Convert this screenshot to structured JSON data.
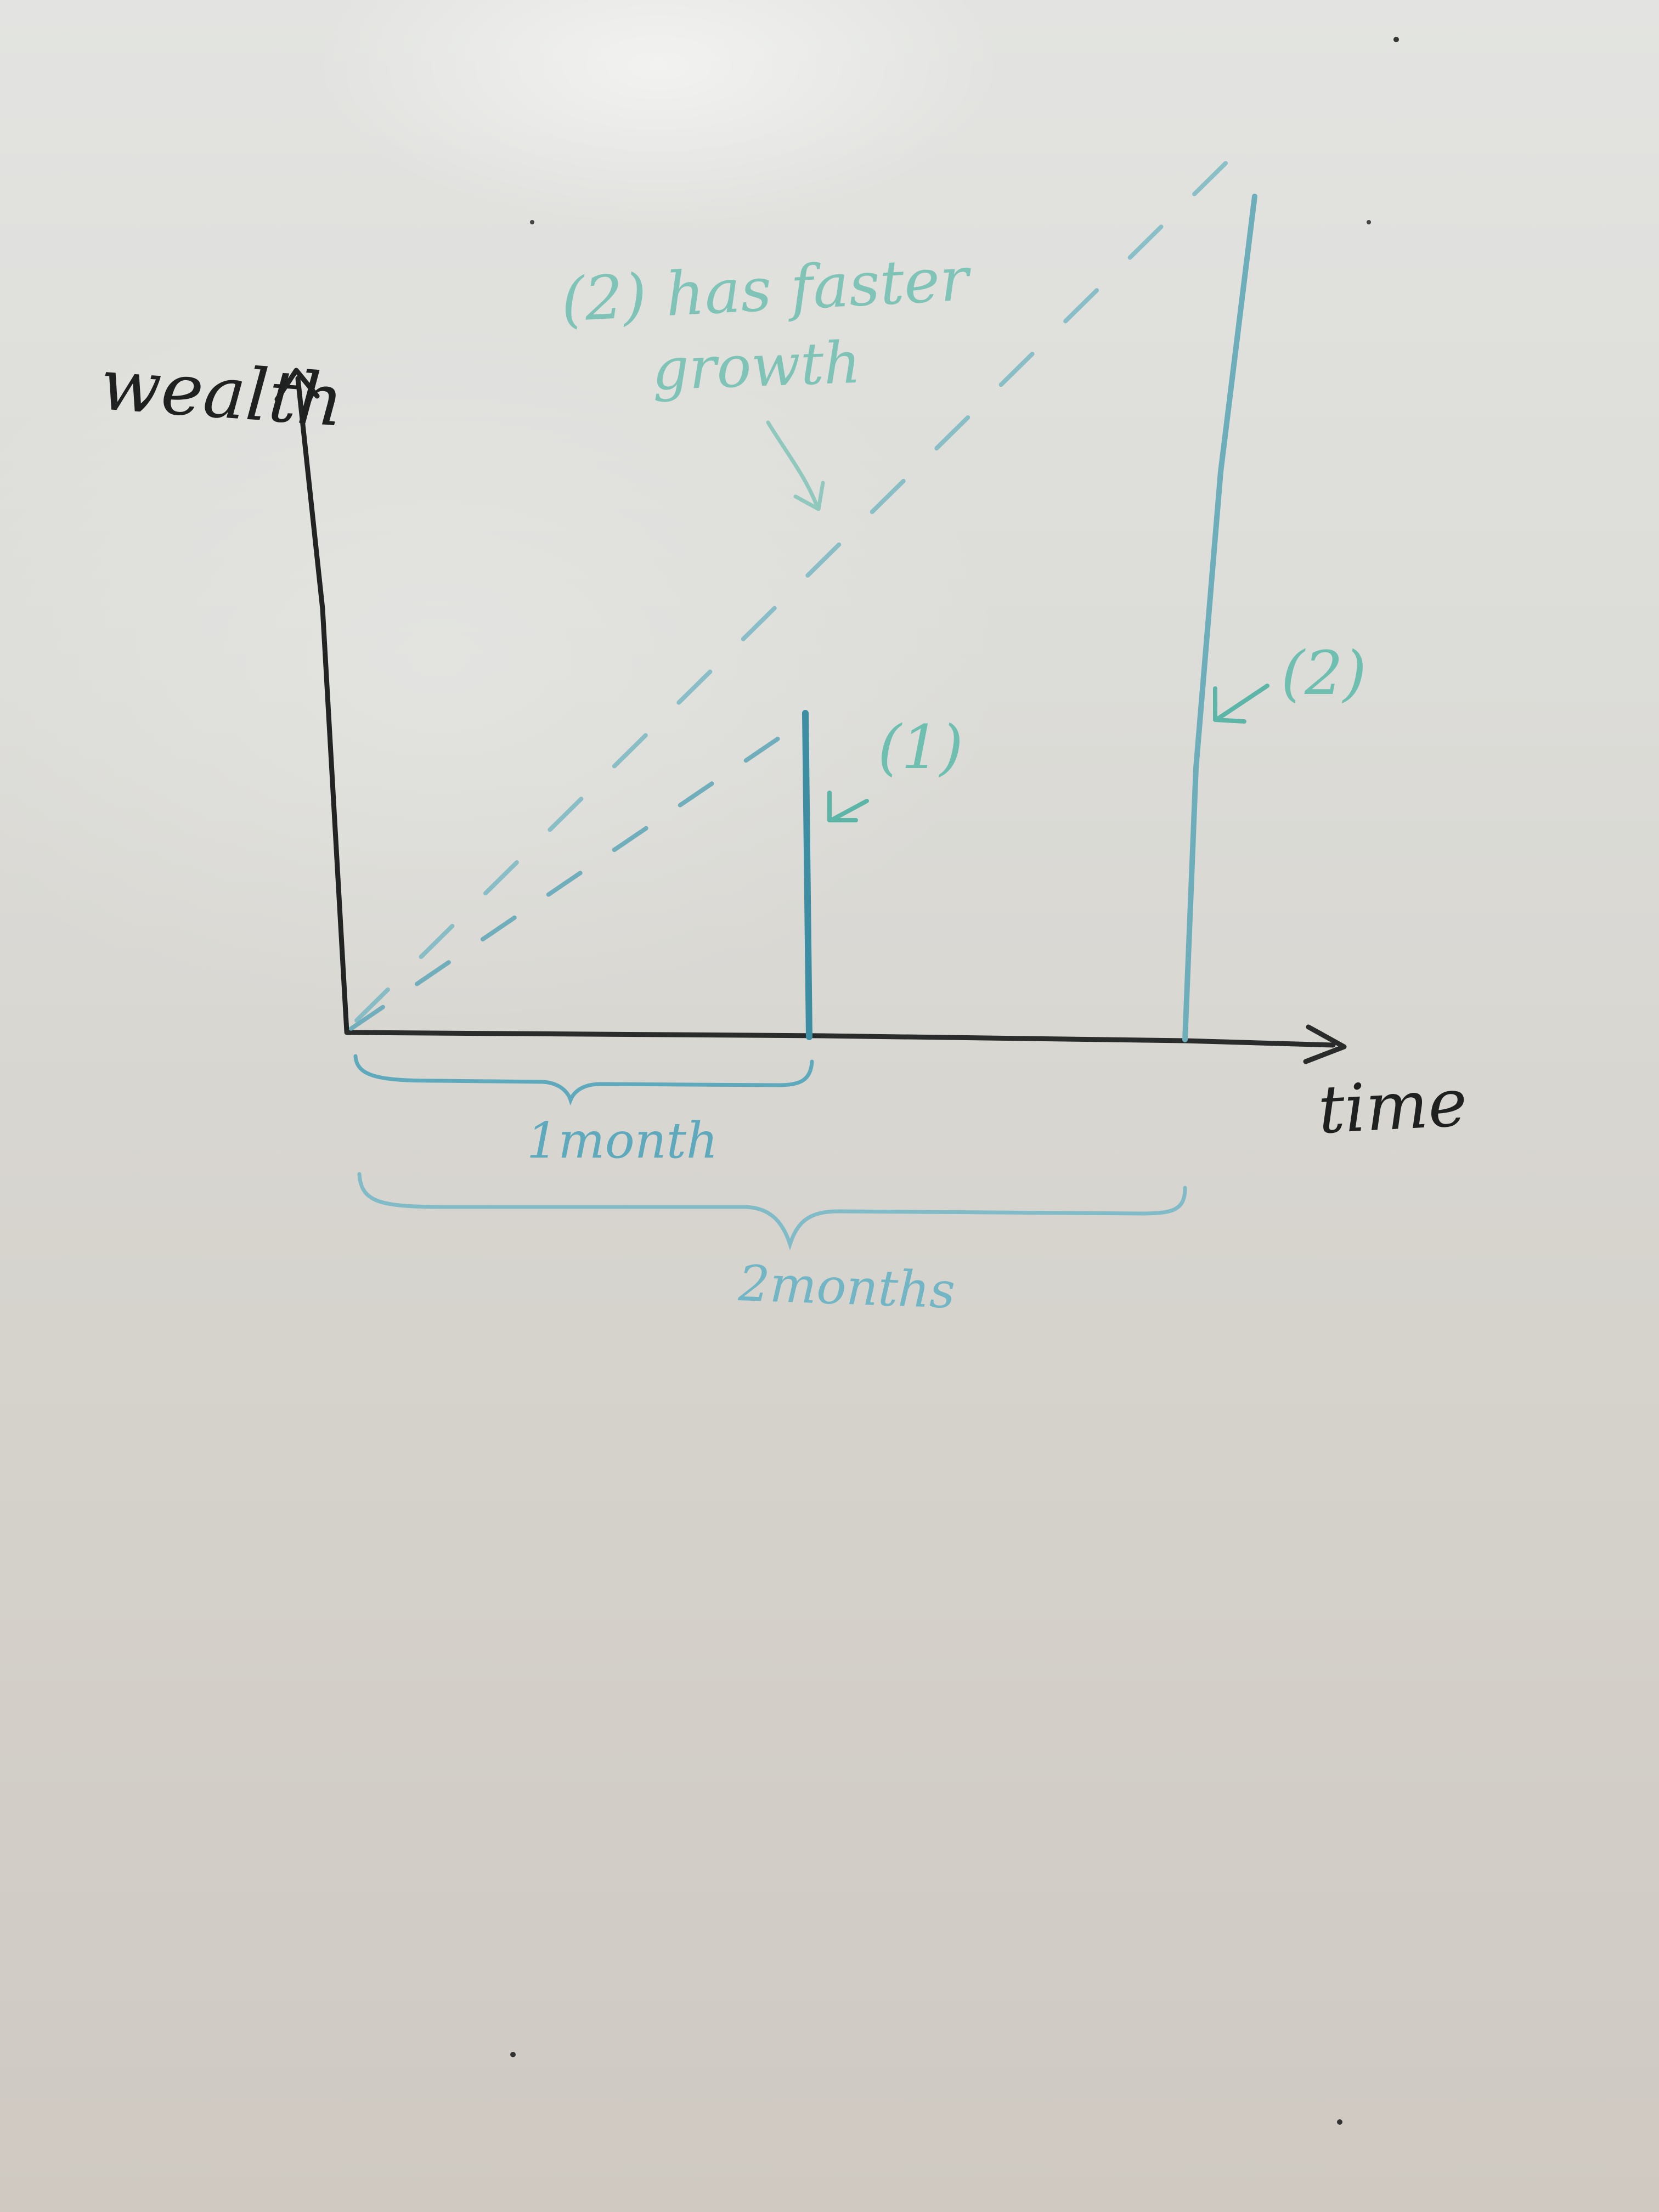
{
  "whiteboard": {
    "y_axis_label": "wealth",
    "x_axis_label": "time",
    "annotation_top": [
      "(2) has faster",
      "growth"
    ],
    "label_option_1": "(1)",
    "label_option_2": "(2)",
    "brace_short_label": "1month",
    "brace_long_label": "2months",
    "colors": {
      "black_marker": "#1f2020",
      "teal_marker": "#6fbfb1",
      "blue_marker": "#3f93a8",
      "board": "#dcdcd8"
    }
  }
}
